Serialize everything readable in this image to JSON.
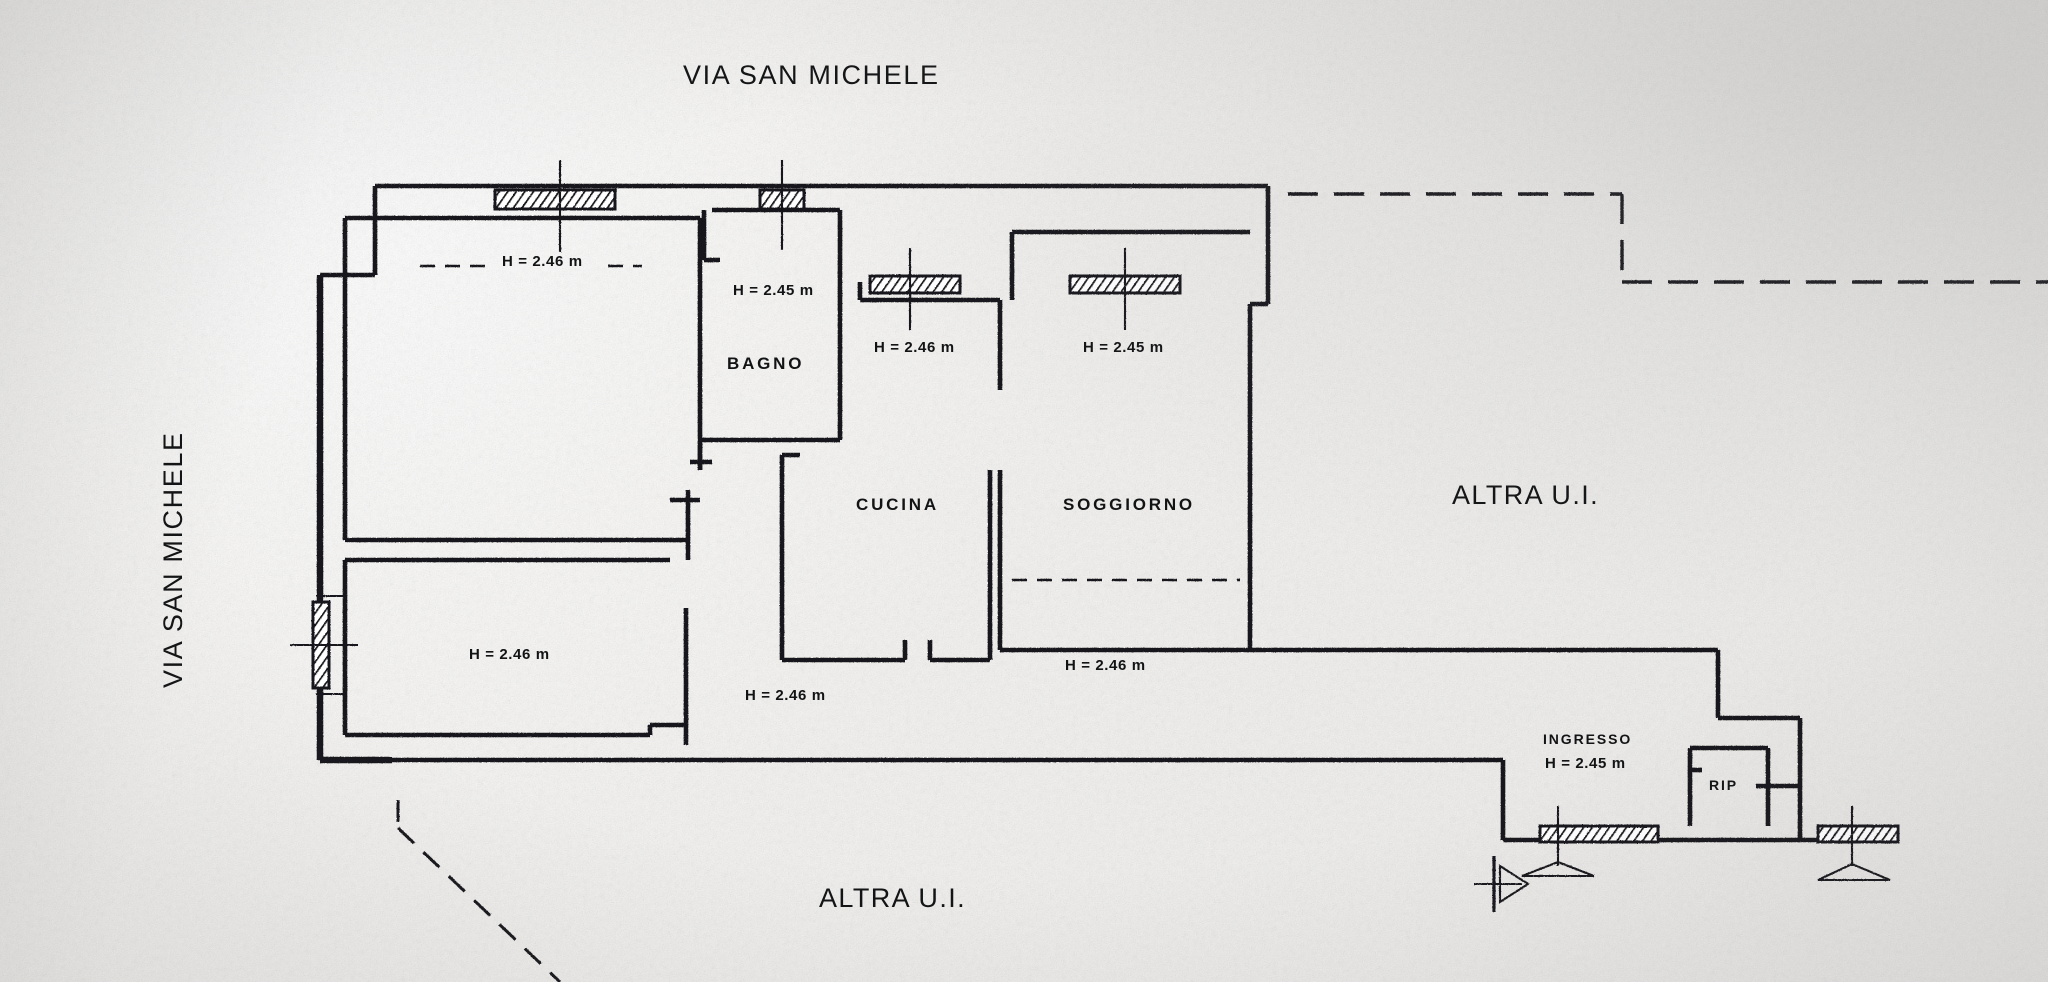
{
  "document": {
    "kind": "architectural-floor-plan",
    "language": "it"
  },
  "streets": {
    "top": "VIA SAN MICHELE",
    "left": "VIA SAN MICHELE"
  },
  "rooms": [
    {
      "id": "bagno",
      "label": "BAGNO",
      "height": "H = 2.45 m"
    },
    {
      "id": "cucina",
      "label": "CUCINA",
      "height": "H = 2.46 m"
    },
    {
      "id": "soggiorno",
      "label": "SOGGIORNO",
      "height": "H = 2.46 m"
    },
    {
      "id": "ingresso",
      "label": "INGRESSO",
      "height": "H = 2.45 m"
    },
    {
      "id": "ripostiglio",
      "label": "RIP",
      "height": ""
    }
  ],
  "neighbours": {
    "right_label": "ALTRA U.I.",
    "bottom_label": "ALTRA U.I."
  },
  "height_notes": [
    {
      "id": "h-camera-nord",
      "text": "H = 2.46 m"
    },
    {
      "id": "h-bagno",
      "text": "H = 2.45 m"
    },
    {
      "id": "h-disimpegno",
      "text": "H = 2.46 m"
    },
    {
      "id": "h-soggiorno-top",
      "text": "H = 2.45 m"
    },
    {
      "id": "h-camera-sud",
      "text": "H = 2.46 m"
    },
    {
      "id": "h-corridoio",
      "text": "H = 2.46 m"
    },
    {
      "id": "h-soggiorno",
      "text": "H = 2.46 m"
    },
    {
      "id": "h-ingresso",
      "text": "H = 2.45 m"
    }
  ],
  "colors": {
    "ink": "#17181a",
    "paper": "#f3f2f0"
  }
}
